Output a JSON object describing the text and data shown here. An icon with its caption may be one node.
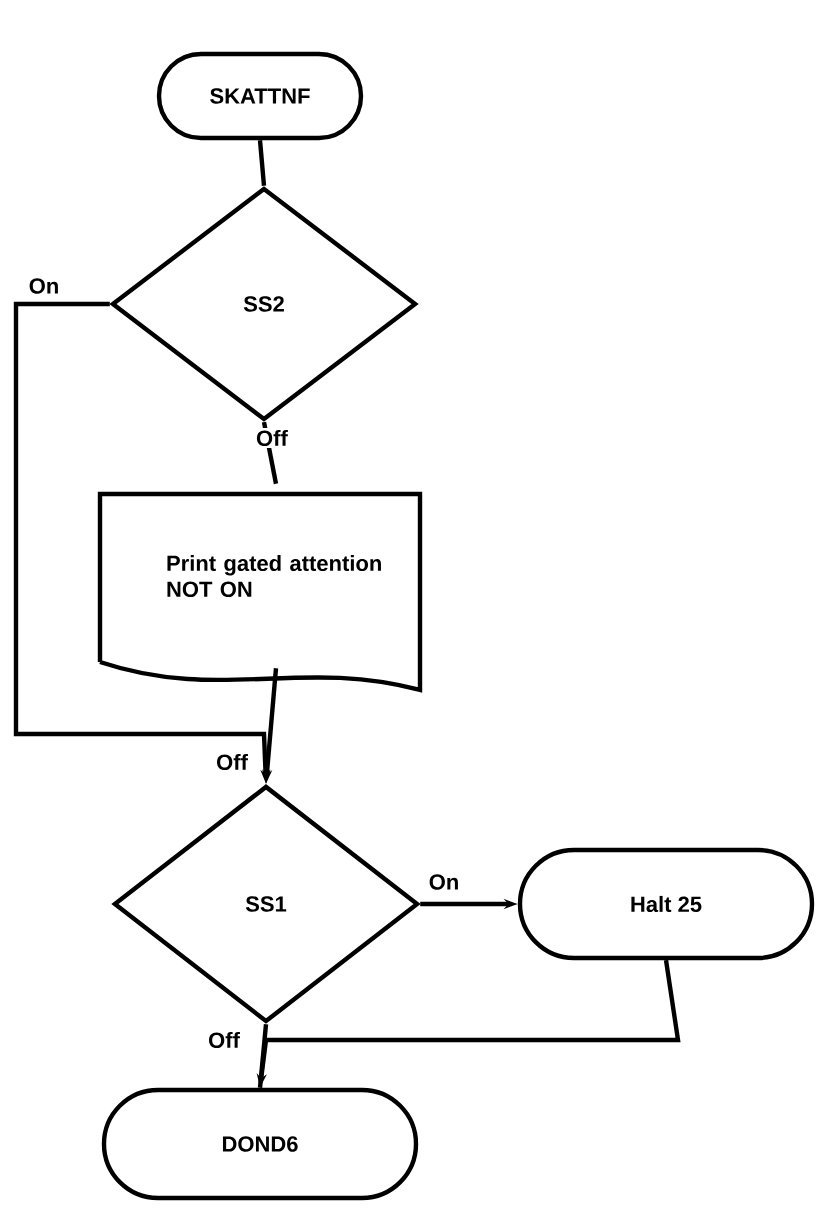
{
  "diagram": {
    "nodes": [
      {
        "text": [
          "SKATTNF"
        ]
      },
      {
        "text": [
          "SS2"
        ]
      },
      {
        "text": [
          "Print gated attention NOT ON"
        ]
      },
      {
        "text": [
          "SS1"
        ]
      },
      {
        "text": [
          "Halt 25"
        ]
      },
      {
        "text": [
          "DOND6"
        ]
      }
    ],
    "edges": [
      {
        "from": 0,
        "to": 1,
        "arrow": "none"
      },
      {
        "from": 1,
        "to": 2,
        "arrow": "none",
        "label": "Off"
      },
      {
        "from": 1,
        "to": 3,
        "arrow": "to",
        "label": "On"
      },
      {
        "from": 2,
        "to": 3,
        "arrow": "to",
        "label": "Off"
      },
      {
        "from": 3,
        "to": 4,
        "arrow": "to",
        "label": "On"
      },
      {
        "from": 3,
        "to": 5,
        "arrow": "none",
        "label": "Off"
      },
      {
        "from": 4,
        "to": 5,
        "arrow": "to"
      }
    ]
  }
}
